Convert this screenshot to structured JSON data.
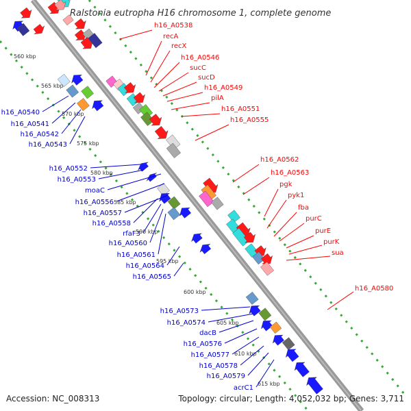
{
  "title": "Ralstonia eutropha H16 chromosome 1, complete genome",
  "footer": {
    "accession": "Accession: NC_008313",
    "topology": "Topology: circular; Length: 4,052,032 bp; Genes: 3,711"
  },
  "colors": {
    "forward_label": "#ff0000",
    "reverse_label": "#0000cc",
    "backbone": "#999999",
    "tick": "#33aa33"
  },
  "kbp_marks": [
    "560 kbp",
    "565 kbp",
    "570 kbp",
    "575 kbp",
    "580 kbp",
    "585 kbp",
    "590 kbp",
    "595 kbp",
    "600 kbp",
    "605 kbp",
    "610 kbp",
    "615 kbp"
  ],
  "forward_labels": [
    "h16_A0538",
    "recA",
    "recX",
    "h16_A0546",
    "sucC",
    "sucD",
    "h16_A0549",
    "pilA",
    "h16_A0551",
    "h16_A0555",
    "h16_A0562",
    "h16_A0563",
    "pgk",
    "pyk1",
    "fba",
    "purC",
    "purE",
    "purK",
    "sua",
    "h16_A0580"
  ],
  "reverse_labels": [
    "h16_A0540",
    "h16_A0541",
    "h16_A0542",
    "h16_A0543",
    "h16_A0552",
    "h16_A0553",
    "moaC",
    "h16_A0556",
    "h16_A0557",
    "h16_A0558",
    "rfaF3",
    "h16_A0560",
    "h16_A0561",
    "h16_A0564",
    "h16_A0565",
    "h16_A0573",
    "h16_A0574",
    "dacB",
    "h16_A0576",
    "h16_A0577",
    "h16_A0578",
    "h16_A0579",
    "acrC1"
  ]
}
